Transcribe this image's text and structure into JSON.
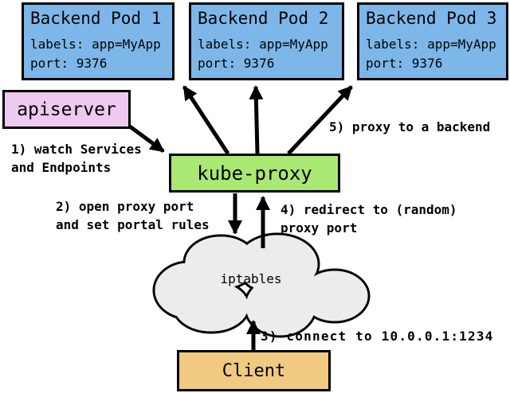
{
  "boxes": {
    "pods": [
      {
        "title": "Backend Pod 1",
        "labels": "labels: app=MyApp",
        "port": "port: 9376"
      },
      {
        "title": "Backend Pod 2",
        "labels": "labels: app=MyApp",
        "port": "port: 9376"
      },
      {
        "title": "Backend Pod 3",
        "labels": "labels: app=MyApp",
        "port": "port: 9376"
      }
    ],
    "apiserver": {
      "label": "apiserver"
    },
    "kube_proxy": {
      "label": "kube-proxy"
    },
    "iptables": {
      "label": "iptables"
    },
    "client": {
      "label": "Client"
    }
  },
  "annotations": {
    "step1": {
      "line1": "1) watch Services",
      "line2": "and Endpoints"
    },
    "step2": {
      "line1": "2) open proxy port",
      "line2": "and set portal rules"
    },
    "step3": {
      "line1": "3) connect to 10.0.0.1:1234"
    },
    "step4": {
      "line1": "4) redirect to (random)",
      "line2": "proxy port"
    },
    "step5": {
      "line1": "5) proxy to a backend"
    }
  },
  "colors": {
    "pod_fill": "#7db7e9",
    "apiserver_fill": "#eec9f0",
    "kube_proxy_fill": "#a9e873",
    "iptables_fill": "#ececec",
    "client_fill": "#f0ca80",
    "line": "#000000"
  }
}
